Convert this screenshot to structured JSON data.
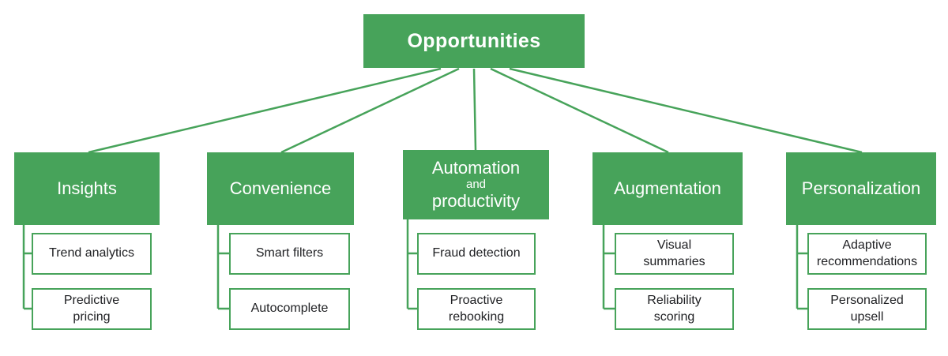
{
  "colors": {
    "green": "#47a35a",
    "text": "#202124",
    "background": "#ffffff"
  },
  "root": {
    "label": "Opportunities"
  },
  "branches": [
    {
      "label": "Insights",
      "children": [
        {
          "label": "Trend analytics"
        },
        {
          "label": "Predictive\npricing"
        }
      ]
    },
    {
      "label": "Convenience",
      "children": [
        {
          "label": "Smart filters"
        },
        {
          "label": "Autocomplete"
        }
      ]
    },
    {
      "label": "Automation and productivity",
      "label_lines": [
        "Automation",
        "and",
        "productivity"
      ],
      "children": [
        {
          "label": "Fraud detection"
        },
        {
          "label": "Proactive\nrebooking"
        }
      ]
    },
    {
      "label": "Augmentation",
      "children": [
        {
          "label": "Visual\nsummaries"
        },
        {
          "label": "Reliability\nscoring"
        }
      ]
    },
    {
      "label": "Personalization",
      "children": [
        {
          "label": "Adaptive\nrecommendations"
        },
        {
          "label": "Personalized\nupsell"
        }
      ]
    }
  ]
}
